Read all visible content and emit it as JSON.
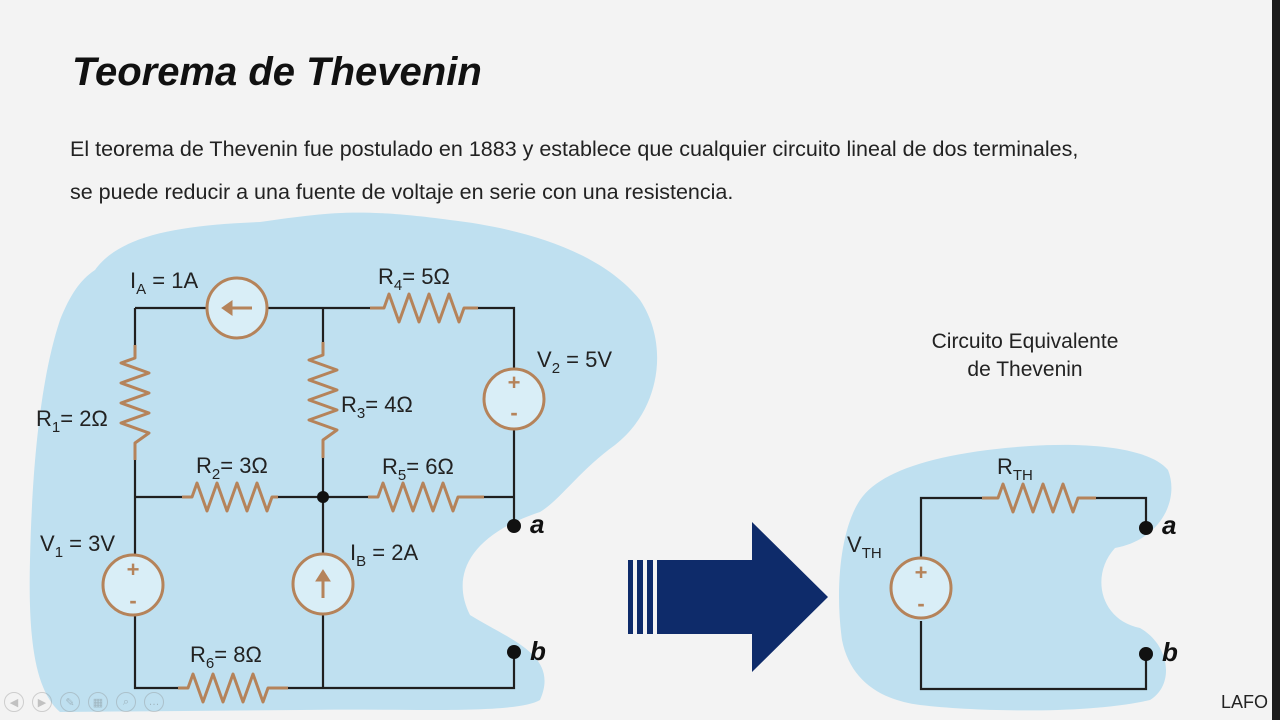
{
  "slide": {
    "title": "Teorema de Thevenin",
    "paragraph_line1": "El teorema de Thevenin fue postulado en 1883 y establece que cualquier circuito lineal de dos terminales,",
    "paragraph_line2": "se puede reducir a una fuente de voltaje en serie con una resistencia."
  },
  "circuit": {
    "ia": {
      "base": "I",
      "sub": "A",
      "rest": " = 1A"
    },
    "r4": {
      "base": "R",
      "sub": "4",
      "rest": "= 5Ω"
    },
    "v2": {
      "base": "V",
      "sub": "2",
      "rest": " = 5V"
    },
    "r1": {
      "base": "R",
      "sub": "1",
      "rest": "= 2Ω"
    },
    "r3": {
      "base": "R",
      "sub": "3",
      "rest": "= 4Ω"
    },
    "r2": {
      "base": "R",
      "sub": "2",
      "rest": "= 3Ω"
    },
    "r5": {
      "base": "R",
      "sub": "5",
      "rest": "= 6Ω"
    },
    "v1": {
      "base": "V",
      "sub": "1",
      "rest": " = 3V"
    },
    "ib": {
      "base": "I",
      "sub": "B",
      "rest": " = 2A"
    },
    "r6": {
      "base": "R",
      "sub": "6",
      "rest": "= 8Ω"
    },
    "terminal_a": "a",
    "terminal_b": "b",
    "plus": "+",
    "minus": "-"
  },
  "equivalent": {
    "title_line1": "Circuito Equivalente",
    "title_line2": "de Thevenin",
    "rth": {
      "base": "R",
      "sub": "TH"
    },
    "vth": {
      "base": "V",
      "sub": "TH"
    },
    "terminal_a": "a",
    "terminal_b": "b"
  },
  "footer": {
    "tag": "LAFO"
  },
  "colors": {
    "blob": "#bfe0f0",
    "component": "#b5835a",
    "wire": "#1f1f1f",
    "arrow": "#0e2b6a"
  },
  "icons": {
    "arrow": "right-arrow-icon",
    "nav_controls": [
      "prev-icon",
      "next-icon",
      "pen-icon",
      "grid-icon",
      "zoom-icon",
      "more-icon"
    ]
  }
}
